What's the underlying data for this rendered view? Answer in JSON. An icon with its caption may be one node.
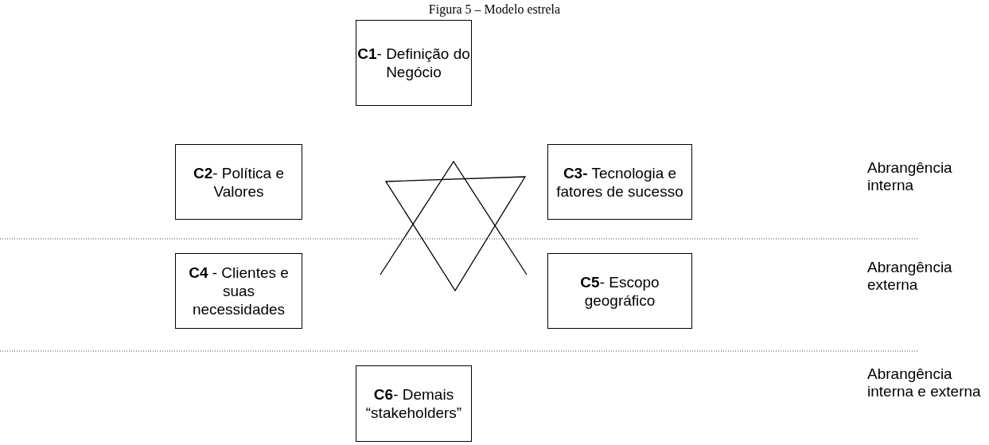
{
  "diagram": {
    "title": "Figura 5 – Modelo estrela",
    "nodes": [
      {
        "text": [
          "**C1**- Definição do Negócio"
        ]
      },
      {
        "text": [
          "**C2**- Política e Valores"
        ]
      },
      {
        "text": [
          "**C3-** Tecnologia e fatores de sucesso"
        ]
      },
      {
        "text": [
          "**C4** - Clientes e suas necessidades"
        ]
      },
      {
        "text": [
          "**C5**- Escopo geográfico"
        ]
      },
      {
        "text": [
          "**C6**- Demais “stakeholders”"
        ]
      }
    ],
    "edges": [],
    "labels": [
      "Abrangência interna",
      "Abrangência externa",
      "Abrangência interna e externa"
    ]
  }
}
